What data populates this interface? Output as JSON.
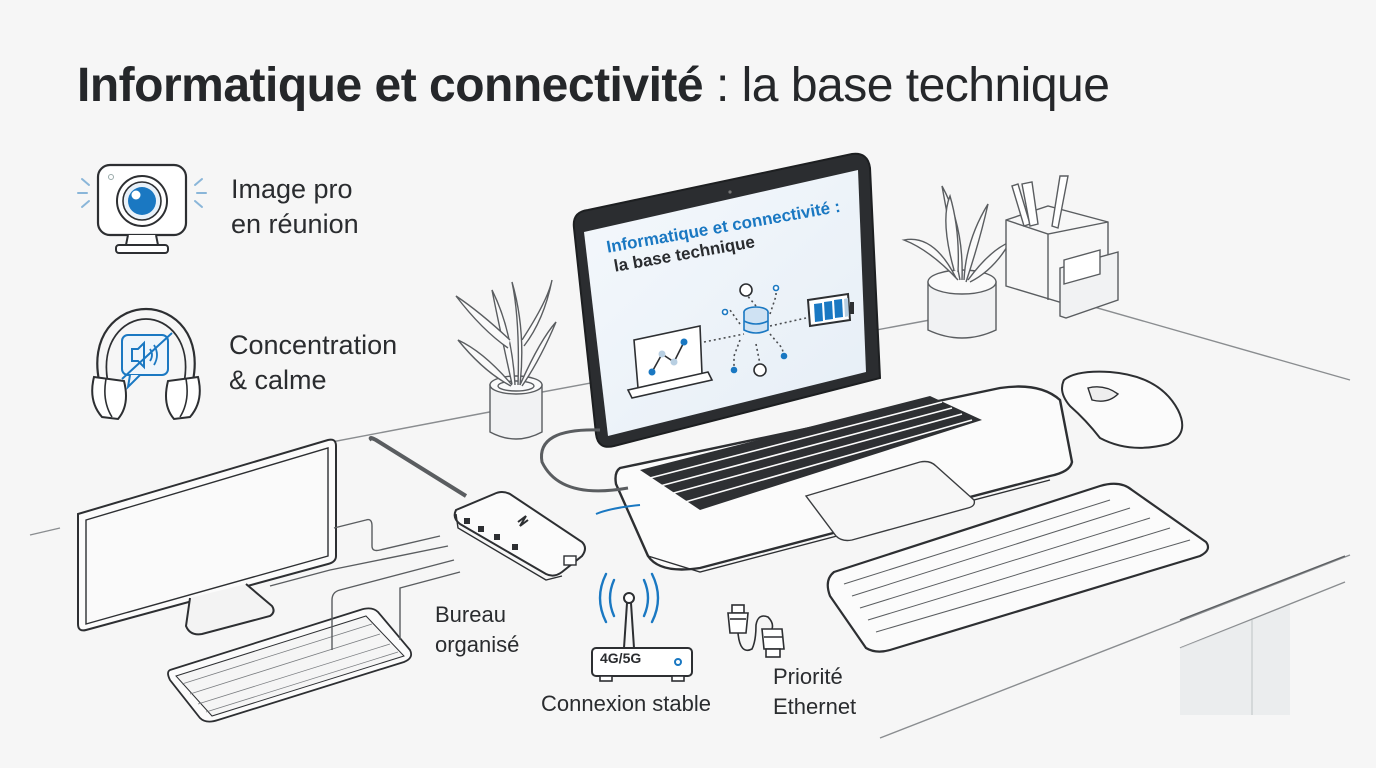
{
  "title": {
    "bold": "Informatique et connectivité",
    "rest": " : la base technique"
  },
  "features": [
    {
      "id": "image-pro",
      "line1": "Image pro",
      "line2": "en réunion",
      "icon": "webcam-icon"
    },
    {
      "id": "concentration",
      "line1": "Concentration",
      "line2": "& calme",
      "icon": "noise-cancelling-headphones-icon"
    },
    {
      "id": "bureau",
      "line1": "Bureau",
      "line2": "organisé",
      "icon": "usb-hub-icon"
    },
    {
      "id": "connexion",
      "line1": "Connexion stable",
      "icon": "router-4g5g-icon"
    },
    {
      "id": "ethernet",
      "line1": "Priorité",
      "line2": "Ethernet",
      "icon": "ethernet-cable-icon"
    }
  ],
  "router": {
    "band_label": "4G/5G"
  },
  "laptop_screen": {
    "line1": "Informatique et connectivité :",
    "line2": "la base technique"
  },
  "colors": {
    "accent": "#1a78c2",
    "ink": "#26282b",
    "background": "#f6f6f6",
    "line": "#3a3c3f"
  }
}
